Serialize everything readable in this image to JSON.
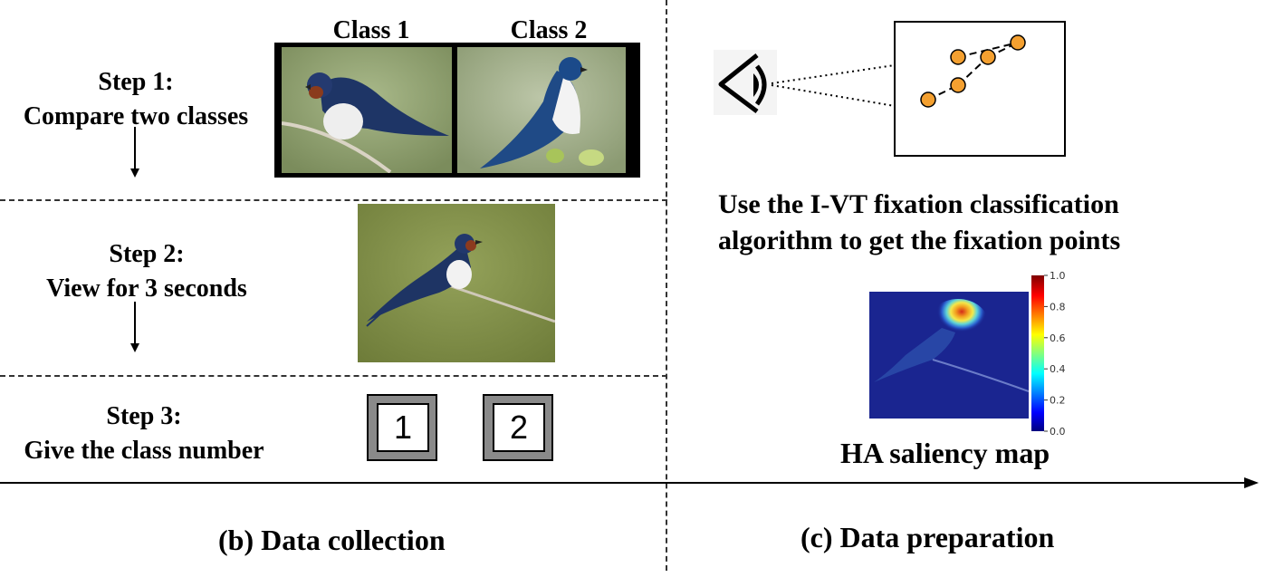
{
  "data_collection": {
    "caption": "(b) Data collection",
    "class_headers": [
      "Class 1",
      "Class 2"
    ],
    "steps": [
      {
        "title": "Step 1:",
        "text": "Compare two classes"
      },
      {
        "title": "Step 2:",
        "text": "View for 3 seconds"
      },
      {
        "title": "Step 3:",
        "text": "Give the class number"
      }
    ],
    "keys": [
      "1",
      "2"
    ]
  },
  "data_preparation": {
    "caption": "(c) Data preparation",
    "fixation_text_line1": "Use the I-VT fixation classification",
    "fixation_text_line2": "algorithm to get the fixation points",
    "saliency_label": "HA saliency map",
    "colorbar_ticks": [
      "1.0",
      "0.8",
      "0.6",
      "0.4",
      "0.2",
      "0.0"
    ],
    "colors": {
      "fixation_point": "#f4a030",
      "heat_center": "#d42a1a"
    }
  }
}
